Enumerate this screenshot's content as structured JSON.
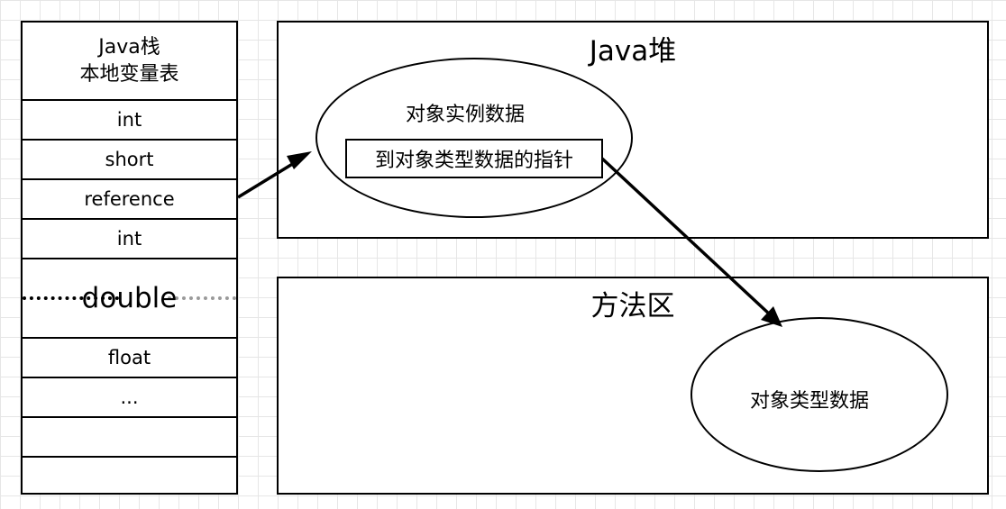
{
  "stack": {
    "title_line1": "Java栈",
    "title_line2": "本地变量表",
    "slots": [
      "int",
      "short",
      "reference",
      "int",
      "double",
      "float",
      "...",
      "",
      ""
    ]
  },
  "heap": {
    "title": "Java堆",
    "instance_label": "对象实例数据",
    "pointer_label": "到对象类型数据的指针"
  },
  "method_area": {
    "title": "方法区",
    "type_data_label": "对象类型数据"
  }
}
